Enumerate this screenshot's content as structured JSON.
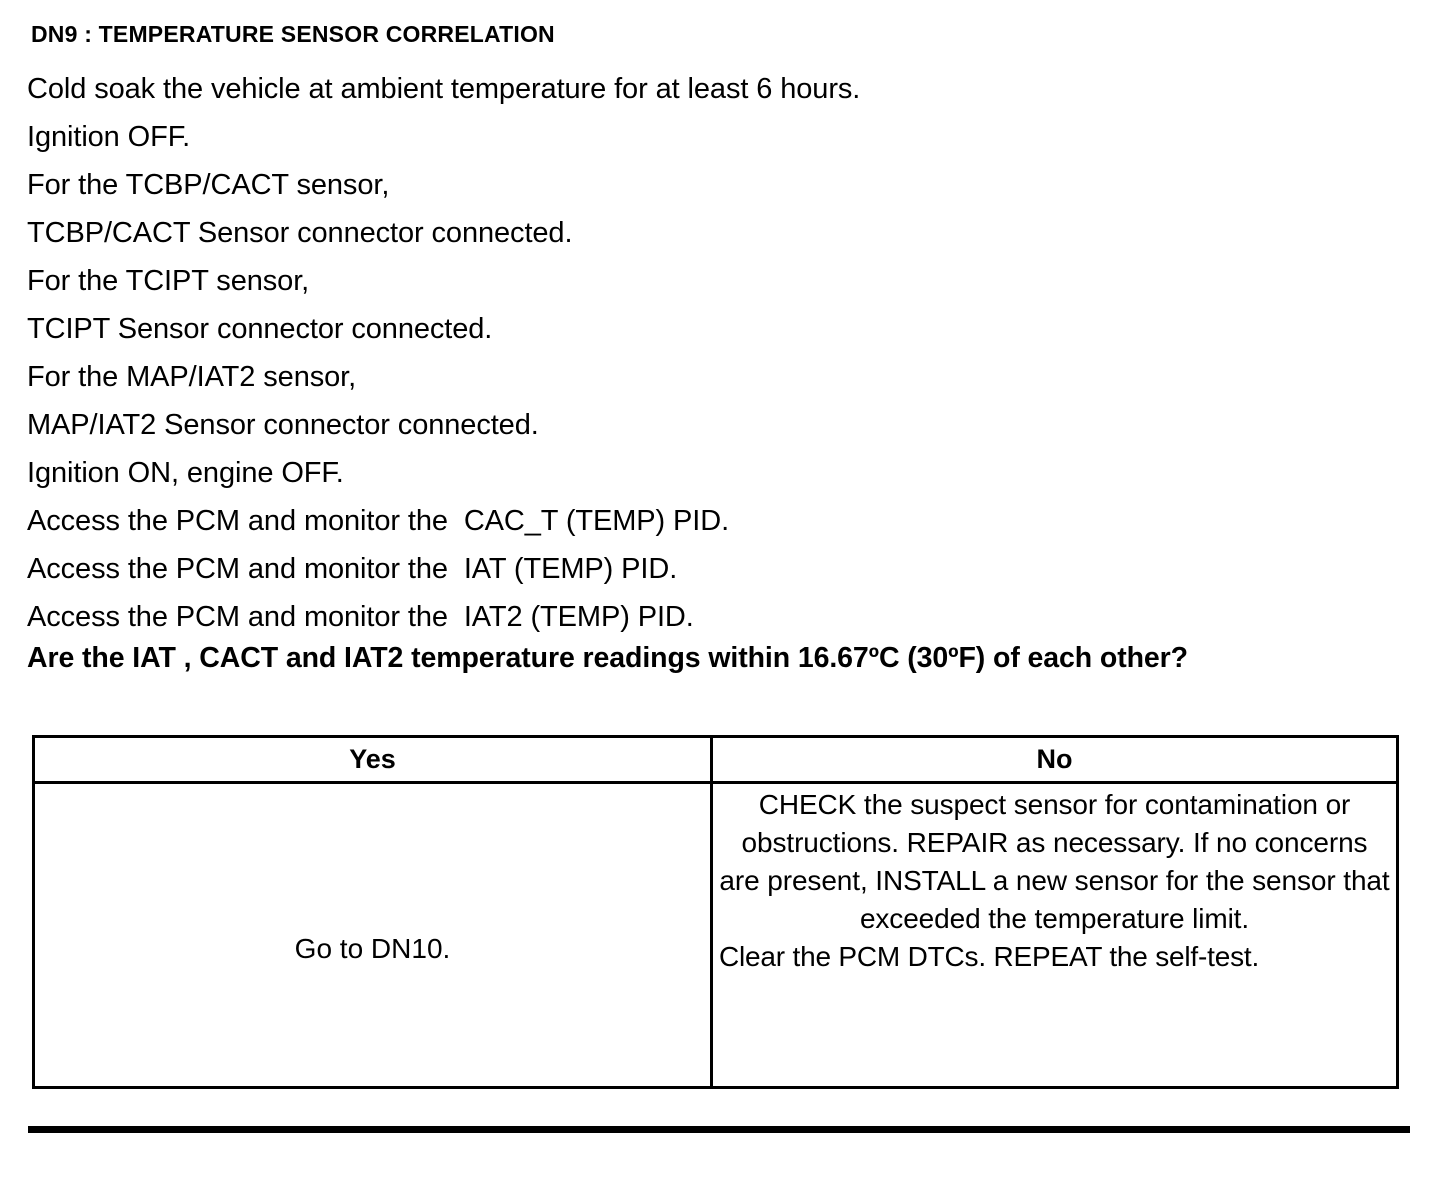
{
  "document": {
    "title": "DN9 : TEMPERATURE SENSOR CORRELATION",
    "steps": [
      "Cold soak the vehicle at ambient temperature for at least 6 hours.",
      "Ignition OFF.",
      "For the TCBP/CACT sensor,",
      "TCBP/CACT Sensor connector connected.",
      "For the TCIPT sensor,",
      "TCIPT Sensor connector connected.",
      "For the MAP/IAT2 sensor,",
      "MAP/IAT2 Sensor connector connected.",
      "Ignition ON, engine OFF.",
      "Access the PCM and monitor the  CAC_T (TEMP) PID.",
      "Access the PCM and monitor the  IAT (TEMP) PID.",
      "Access the PCM and monitor the  IAT2 (TEMP) PID."
    ],
    "question": "Are the IAT , CACT and IAT2 temperature readings within 16.67ºC (30ºF) of each other?",
    "decision_table": {
      "headers": {
        "yes": "Yes",
        "no": "No"
      },
      "yes_action": "Go to DN10.",
      "no_action_line1": "CHECK the suspect sensor for contamination or obstructions. REPAIR as necessary. If no concerns are present, INSTALL a new sensor for the sensor that exceeded the temperature limit.",
      "no_action_line2": "Clear the PCM DTCs. REPEAT the self-test."
    }
  },
  "colors": {
    "text": "#000000",
    "background": "#ffffff",
    "rule": "#000000"
  }
}
